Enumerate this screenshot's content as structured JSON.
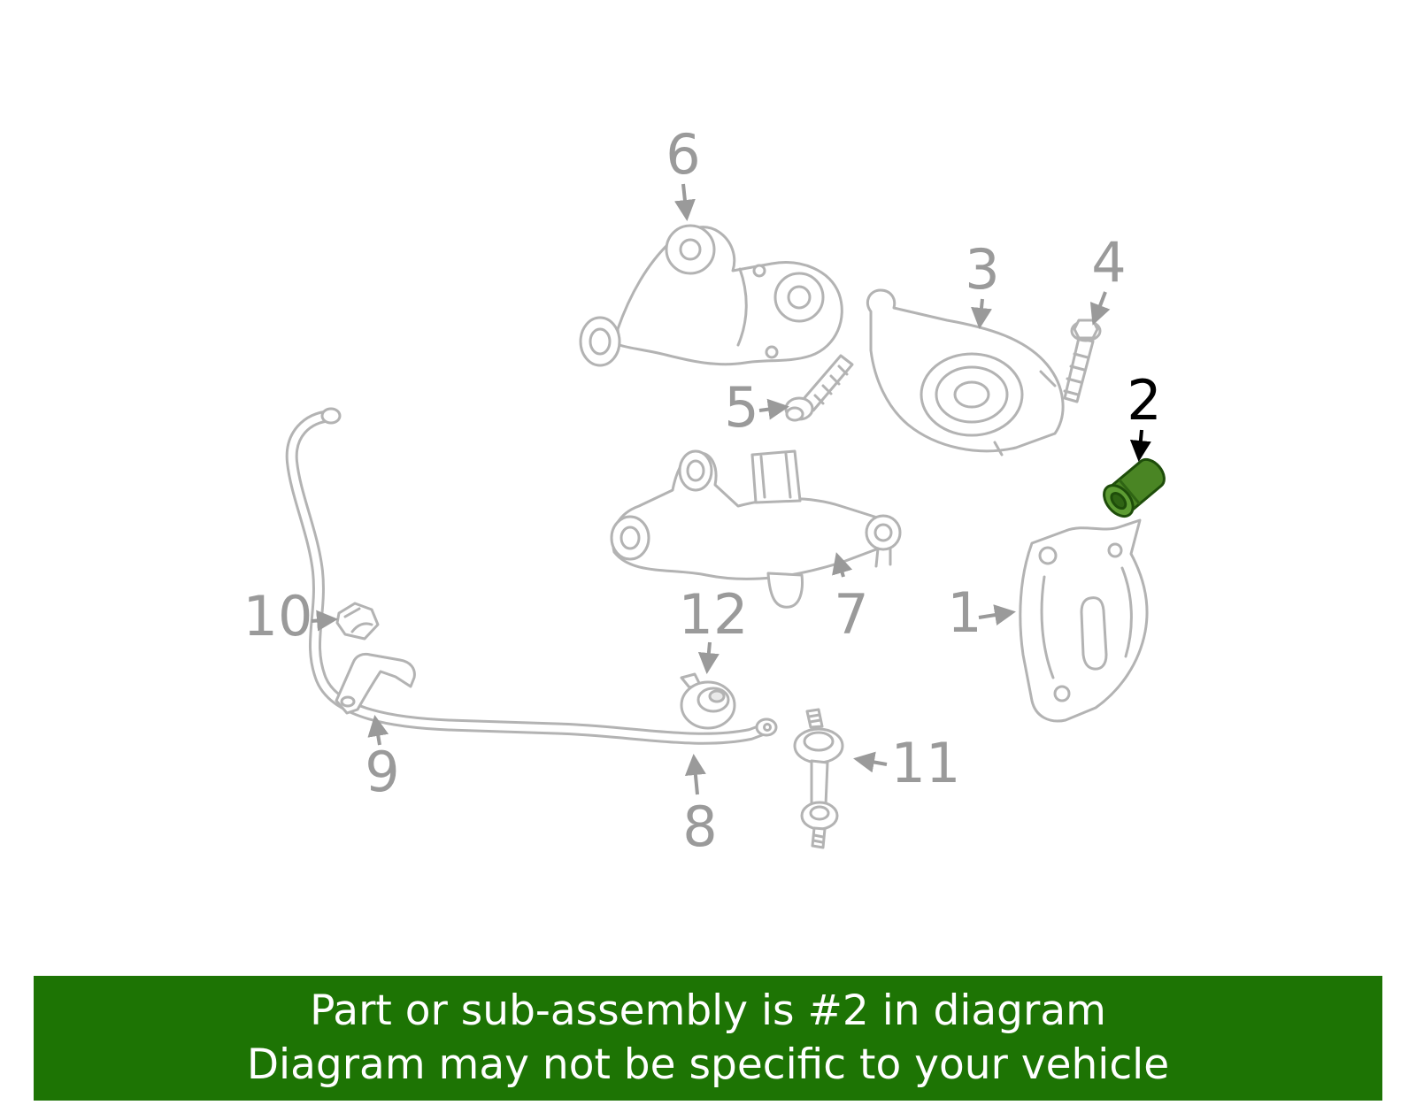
{
  "diagram": {
    "labels": {
      "n1": "1",
      "n2": "2",
      "n3": "3",
      "n4": "4",
      "n5": "5",
      "n6": "6",
      "n7": "7",
      "n8": "8",
      "n9": "9",
      "n10": "10",
      "n11": "11",
      "n12": "12"
    },
    "highlighted_part": "2",
    "line_color": "#b3b3b3",
    "label_color": "#9a9a9a",
    "highlight_fill": "#4a8524",
    "highlight_edge": "#1e4d0a"
  },
  "banner": {
    "line1": "Part or sub-assembly is #2 in diagram",
    "line2": "Diagram may not be specific to your vehicle",
    "background": "#1d7404",
    "text_color": "#ffffff"
  }
}
